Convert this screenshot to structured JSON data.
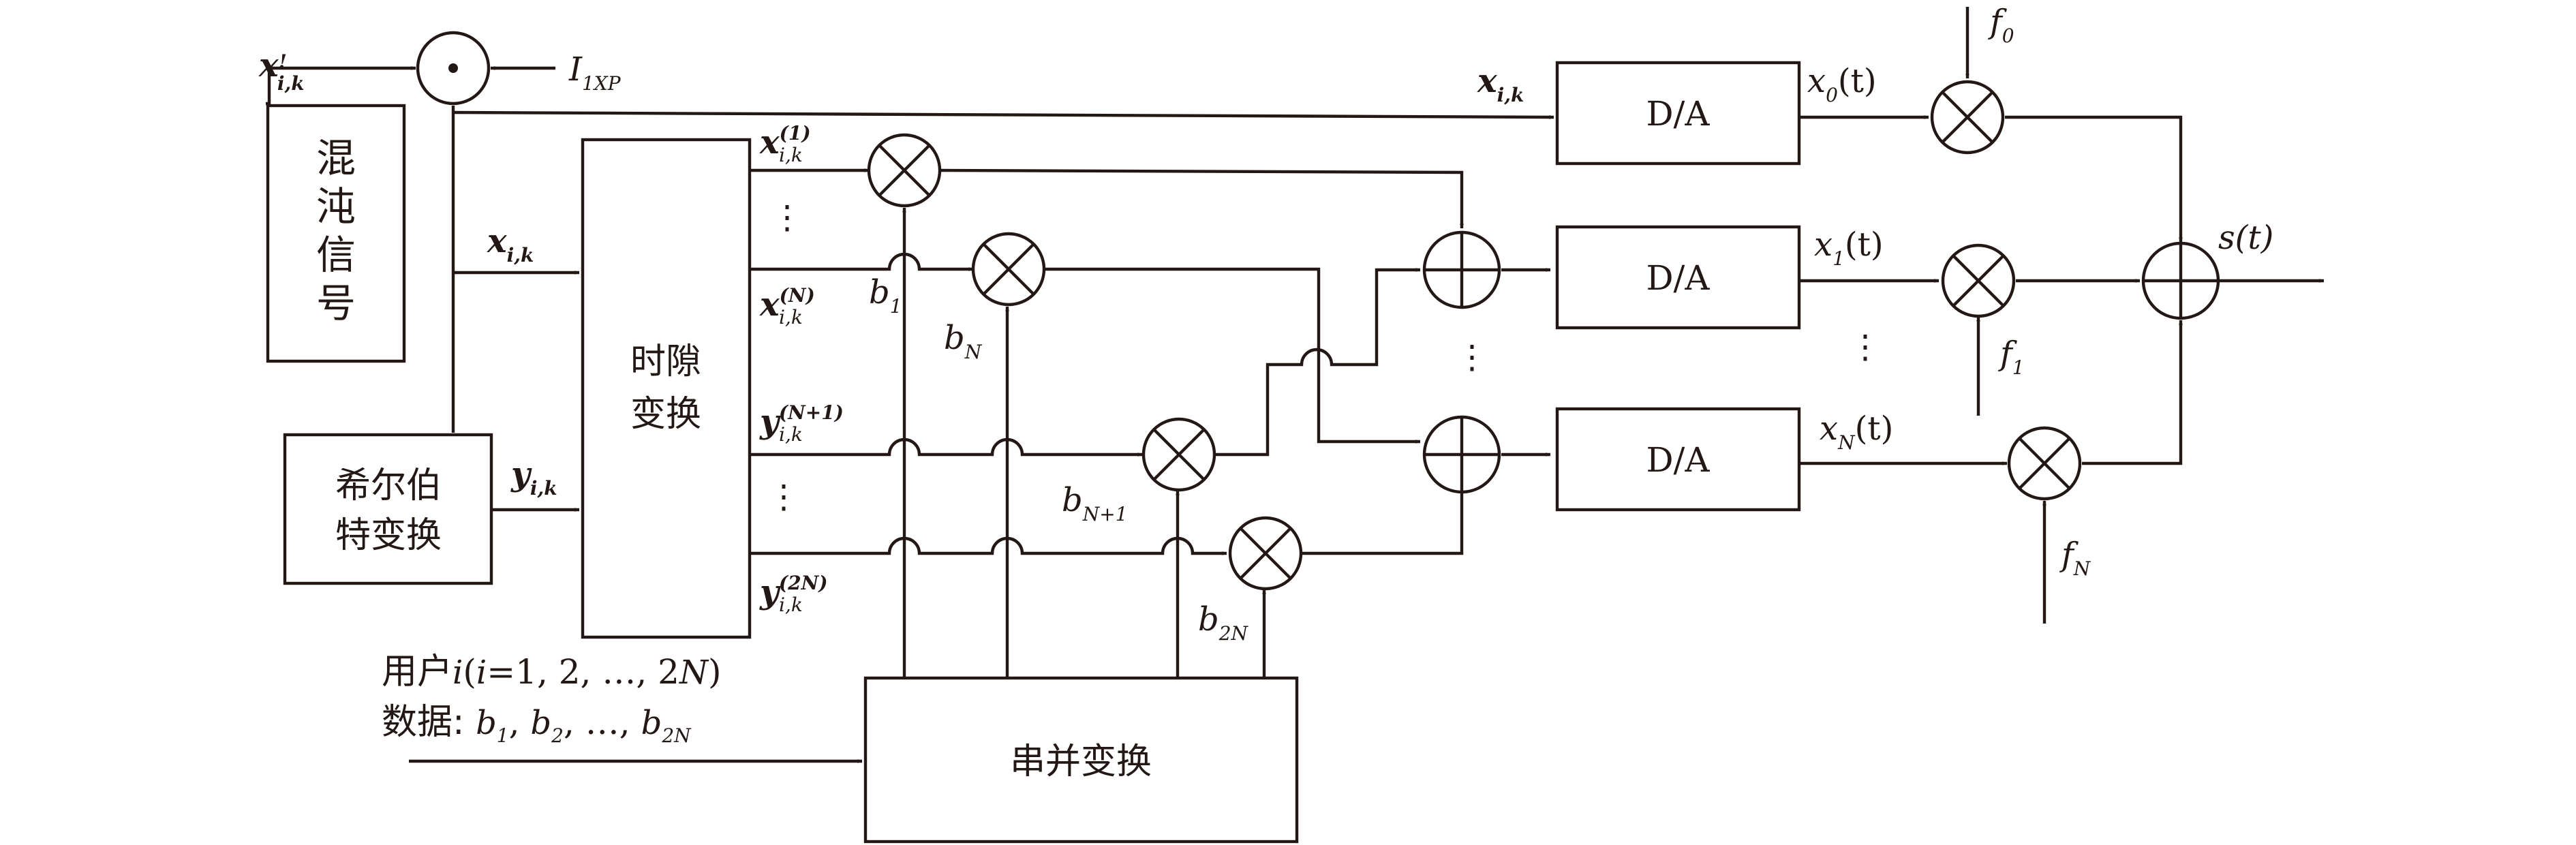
{
  "blocks": {
    "chaos": [
      "混",
      "沌",
      "信",
      "号"
    ],
    "hilbert": [
      "希尔伯",
      "特变换"
    ],
    "slot": [
      "时隙",
      "变换"
    ],
    "serial": "串并变换",
    "da": "D/A"
  },
  "labels": {
    "x": "x",
    "y": "y",
    "prime": "!",
    "ik": "i,k",
    "i1xp": "I",
    "i1xp_sub": "1XP",
    "sup1": "(1)",
    "supN": "(N)",
    "supN1": "(N+1)",
    "sup2N": "(2N)",
    "b": "b",
    "b1": "1",
    "bN": "N",
    "bN1": "N+1",
    "b2N": "2N",
    "f": "f",
    "f0": "0",
    "f1": "1",
    "fN": "N",
    "x0t_sub": "0",
    "x1t_sub": "1",
    "xNt_sub": "N",
    "t_paren": "(t)",
    "st": "s(t)",
    "dots": "⋮",
    "hdots": "⋮"
  },
  "user": {
    "line1_prefix": "用户",
    "line1_var": "i",
    "line1_open": "(",
    "line1_var2": "i",
    "line1_rest": "=1, 2, …, 2",
    "line1_N": "N",
    "line1_close": ")",
    "line2_prefix": "数据: ",
    "line2_b": "b",
    "sub1": "1",
    "sub2": "2",
    "sub2N": "2N",
    "comma": ", ",
    "ellipsis": "…, "
  }
}
